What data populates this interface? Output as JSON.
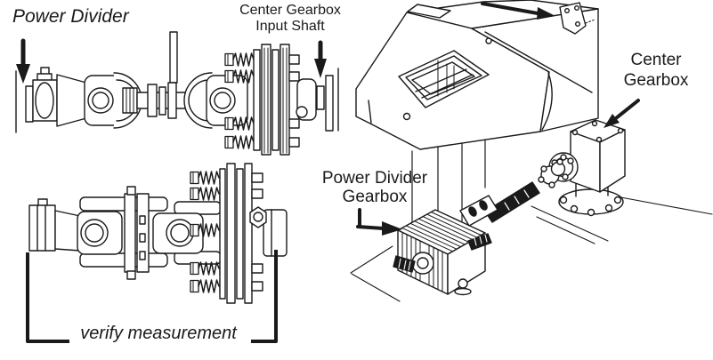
{
  "page": {
    "bg": "#ffffff",
    "ink": "#1a1a1a"
  },
  "labels": {
    "power_divider": "Power Divider",
    "center_gearbox_input_shaft": {
      "line1": "Center Gearbox",
      "line2": "Input Shaft"
    },
    "center_gearbox": {
      "line1": "Center",
      "line2": "Gearbox"
    },
    "power_divider_gearbox": {
      "line1": "Power Divider",
      "line2": "Gearbox"
    },
    "verify_measurement": "verify measurement"
  }
}
